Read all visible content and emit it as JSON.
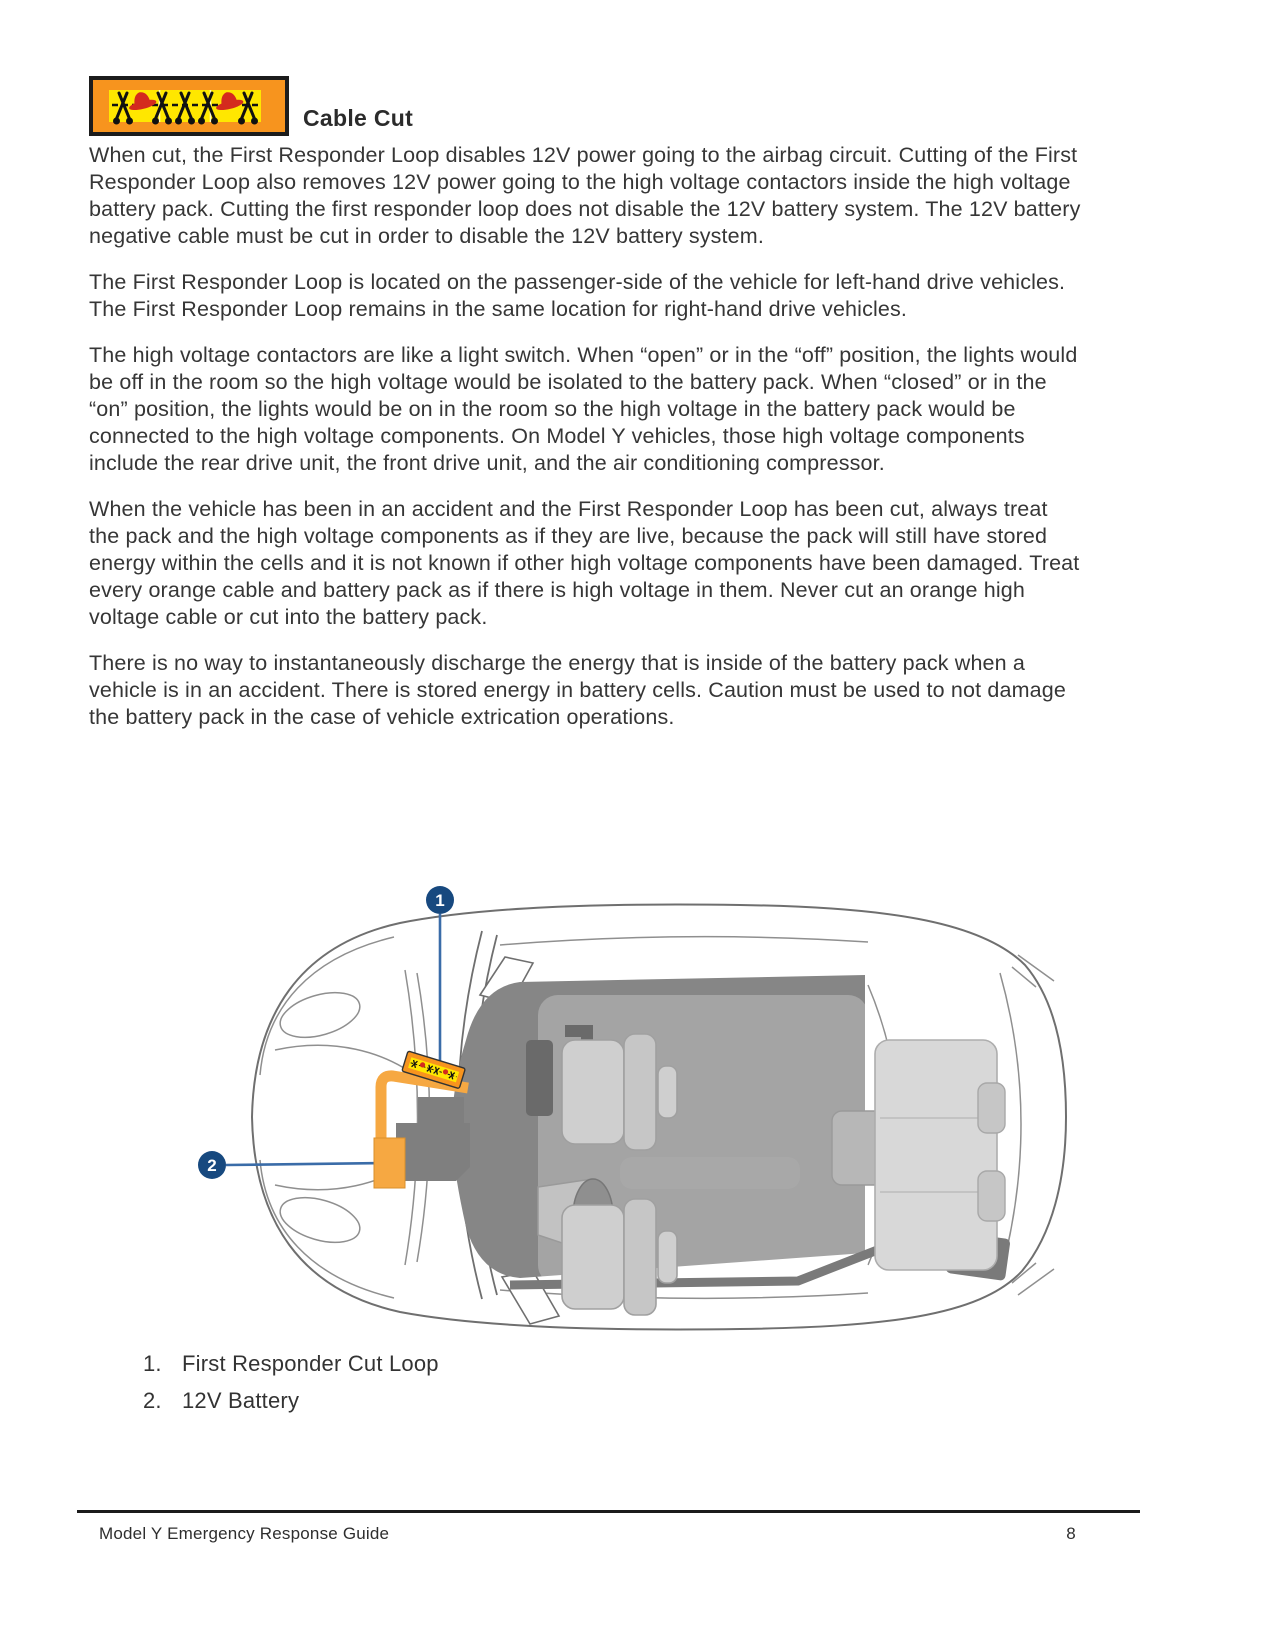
{
  "header": {
    "icon": "cable-cut-warning-label",
    "title": "Cable Cut"
  },
  "paragraphs": [
    "When cut, the First Responder Loop disables 12V power going to the airbag circuit. Cutting of the First Responder Loop also removes 12V power going to the high voltage contactors inside the high voltage battery pack. Cutting the first responder loop does not disable the 12V battery system. The 12V battery negative cable must be cut in order to disable the 12V battery system.",
    "The First Responder Loop is located on the passenger-side of the vehicle for left-hand drive vehicles. The First Responder Loop remains in the same location for right-hand drive vehicles.",
    "The high voltage contactors are like a light switch. When “open” or in the “off” position, the lights would be off in the room so the high voltage would be isolated to the battery pack. When “closed” or in the “on” position, the lights would be on in the room so the high voltage in the battery pack would be connected to the high voltage components. On Model Y vehicles, those high voltage components include the rear drive unit, the front drive unit, and the air conditioning compressor.",
    "When the vehicle has been in an accident and the First Responder Loop has been cut, always treat the pack and the high voltage components as if they are live, because the pack will still have stored energy within the cells and it is not known if other high voltage components have been damaged. Treat every orange cable and battery pack as if there is high voltage in them. Never cut an orange high voltage cable or cut into the battery pack.",
    "There is no way to instantaneously discharge the energy that is inside of the battery pack when a vehicle is in an accident. There is stored energy in battery cells. Caution must be used to not damage the battery pack in the case of vehicle extrication operations."
  ],
  "diagram": {
    "description": "Top view of Model Y showing First Responder Loop and 12V battery locations",
    "callouts": [
      {
        "number": "1",
        "target": "First Responder Cut Loop"
      },
      {
        "number": "2",
        "target": "12V Battery"
      }
    ]
  },
  "legend": {
    "items": [
      {
        "number": "1.",
        "text": "First Responder Cut Loop"
      },
      {
        "number": "2.",
        "text": "12V Battery"
      }
    ]
  },
  "footer": {
    "left": "Model Y Emergency Response Guide",
    "page_number": "8"
  },
  "colors": {
    "label_orange": "#F7941E",
    "label_yellow": "#FFE700",
    "part_orange": "#F6A842",
    "helmet_red": "#D42B1E",
    "callout_blue": "#17497F",
    "leader_blue": "#3A6CA8"
  }
}
